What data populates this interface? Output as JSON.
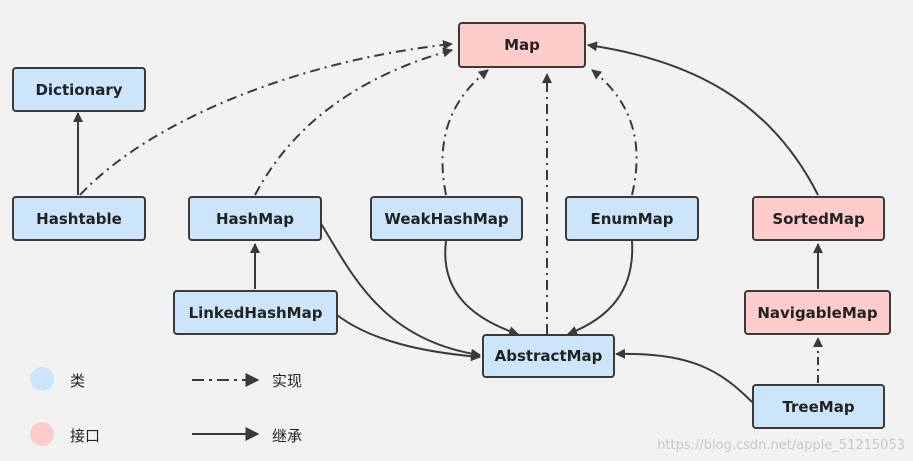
{
  "nodes": {
    "map": "Map",
    "dictionary": "Dictionary",
    "hashtable": "Hashtable",
    "hashmap": "HashMap",
    "weakhashmap": "WeakHashMap",
    "enummap": "EnumMap",
    "sortedmap": "SortedMap",
    "linkedhashmap": "LinkedHashMap",
    "navigablemap": "NavigableMap",
    "abstractmap": "AbstractMap",
    "treemap": "TreeMap"
  },
  "legend": {
    "class_label": "类",
    "interface_label": "接口",
    "implements_label": "实现",
    "extends_label": "继承"
  },
  "colors": {
    "class_fill": "#cce5fb",
    "interface_fill": "#fdcccb",
    "stroke": "#3a3a3a"
  },
  "watermark": "https://blog.csdn.net/apple_51215053"
}
